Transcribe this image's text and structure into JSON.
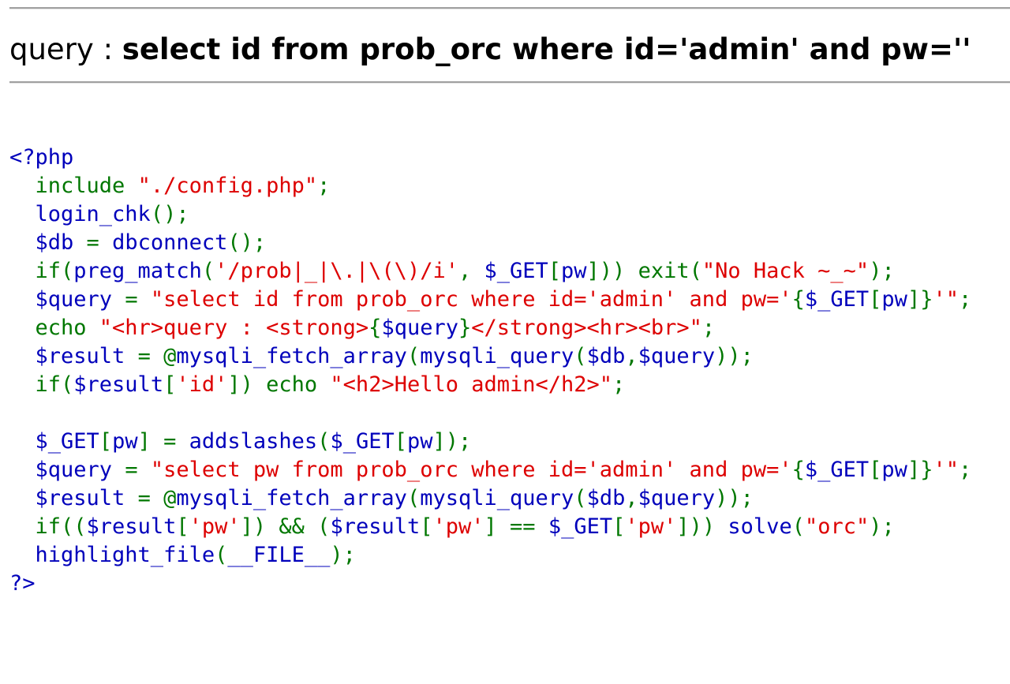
{
  "query_display": {
    "label": "query : ",
    "value": "select id from prob_orc where id='admin' and pw=''"
  },
  "colors": {
    "html": "#000000",
    "default": "#0000BB",
    "keyword": "#007700",
    "string": "#DD0000"
  },
  "source_lines": [
    [
      [
        "d",
        "<?php"
      ]
    ],
    [
      [
        "k",
        "  include "
      ],
      [
        "s",
        "\"./config.php\""
      ],
      [
        "k",
        ";"
      ]
    ],
    [
      [
        "d",
        "  login_chk"
      ],
      [
        "k",
        "();"
      ]
    ],
    [
      [
        "d",
        "  $db "
      ],
      [
        "k",
        "= "
      ],
      [
        "d",
        "dbconnect"
      ],
      [
        "k",
        "();"
      ]
    ],
    [
      [
        "k",
        "  if("
      ],
      [
        "d",
        "preg_match"
      ],
      [
        "k",
        "("
      ],
      [
        "s",
        "'/prob|_|\\.|\\(\\)/i'"
      ],
      [
        "k",
        ", "
      ],
      [
        "d",
        "$_GET"
      ],
      [
        "k",
        "["
      ],
      [
        "d",
        "pw"
      ],
      [
        "k",
        "])) exit("
      ],
      [
        "s",
        "\"No Hack ~_~\""
      ],
      [
        "k",
        ");"
      ]
    ],
    [
      [
        "d",
        "  $query "
      ],
      [
        "k",
        "= "
      ],
      [
        "s",
        "\"select id from prob_orc where id='admin' and pw='"
      ],
      [
        "k",
        "{"
      ],
      [
        "d",
        "$_GET"
      ],
      [
        "k",
        "["
      ],
      [
        "d",
        "pw"
      ],
      [
        "k",
        "]}"
      ],
      [
        "s",
        "'\""
      ],
      [
        "k",
        ";"
      ]
    ],
    [
      [
        "k",
        "  echo "
      ],
      [
        "s",
        "\"<hr>query : <strong>"
      ],
      [
        "k",
        "{"
      ],
      [
        "d",
        "$query"
      ],
      [
        "k",
        "}"
      ],
      [
        "s",
        "</strong><hr><br>\""
      ],
      [
        "k",
        ";"
      ]
    ],
    [
      [
        "d",
        "  $result "
      ],
      [
        "k",
        "= @"
      ],
      [
        "d",
        "mysqli_fetch_array"
      ],
      [
        "k",
        "("
      ],
      [
        "d",
        "mysqli_query"
      ],
      [
        "k",
        "("
      ],
      [
        "d",
        "$db"
      ],
      [
        "k",
        ","
      ],
      [
        "d",
        "$query"
      ],
      [
        "k",
        "));"
      ]
    ],
    [
      [
        "k",
        "  if("
      ],
      [
        "d",
        "$result"
      ],
      [
        "k",
        "["
      ],
      [
        "s",
        "'id'"
      ],
      [
        "k",
        "]) echo "
      ],
      [
        "s",
        "\"<h2>Hello admin</h2>\""
      ],
      [
        "k",
        ";"
      ]
    ],
    [],
    [
      [
        "d",
        "  $_GET"
      ],
      [
        "k",
        "["
      ],
      [
        "d",
        "pw"
      ],
      [
        "k",
        "] = "
      ],
      [
        "d",
        "addslashes"
      ],
      [
        "k",
        "("
      ],
      [
        "d",
        "$_GET"
      ],
      [
        "k",
        "["
      ],
      [
        "d",
        "pw"
      ],
      [
        "k",
        "]);"
      ]
    ],
    [
      [
        "d",
        "  $query "
      ],
      [
        "k",
        "= "
      ],
      [
        "s",
        "\"select pw from prob_orc where id='admin' and pw='"
      ],
      [
        "k",
        "{"
      ],
      [
        "d",
        "$_GET"
      ],
      [
        "k",
        "["
      ],
      [
        "d",
        "pw"
      ],
      [
        "k",
        "]}"
      ],
      [
        "s",
        "'\""
      ],
      [
        "k",
        ";"
      ]
    ],
    [
      [
        "d",
        "  $result "
      ],
      [
        "k",
        "= @"
      ],
      [
        "d",
        "mysqli_fetch_array"
      ],
      [
        "k",
        "("
      ],
      [
        "d",
        "mysqli_query"
      ],
      [
        "k",
        "("
      ],
      [
        "d",
        "$db"
      ],
      [
        "k",
        ","
      ],
      [
        "d",
        "$query"
      ],
      [
        "k",
        "));"
      ]
    ],
    [
      [
        "k",
        "  if(("
      ],
      [
        "d",
        "$result"
      ],
      [
        "k",
        "["
      ],
      [
        "s",
        "'pw'"
      ],
      [
        "k",
        "]) && ("
      ],
      [
        "d",
        "$result"
      ],
      [
        "k",
        "["
      ],
      [
        "s",
        "'pw'"
      ],
      [
        "k",
        "] == "
      ],
      [
        "d",
        "$_GET"
      ],
      [
        "k",
        "["
      ],
      [
        "s",
        "'pw'"
      ],
      [
        "k",
        "])) "
      ],
      [
        "d",
        "solve"
      ],
      [
        "k",
        "("
      ],
      [
        "s",
        "\"orc\""
      ],
      [
        "k",
        ");"
      ]
    ],
    [
      [
        "d",
        "  highlight_file"
      ],
      [
        "k",
        "("
      ],
      [
        "d",
        "__FILE__"
      ],
      [
        "k",
        ");"
      ]
    ],
    [
      [
        "d",
        "?>"
      ]
    ]
  ]
}
